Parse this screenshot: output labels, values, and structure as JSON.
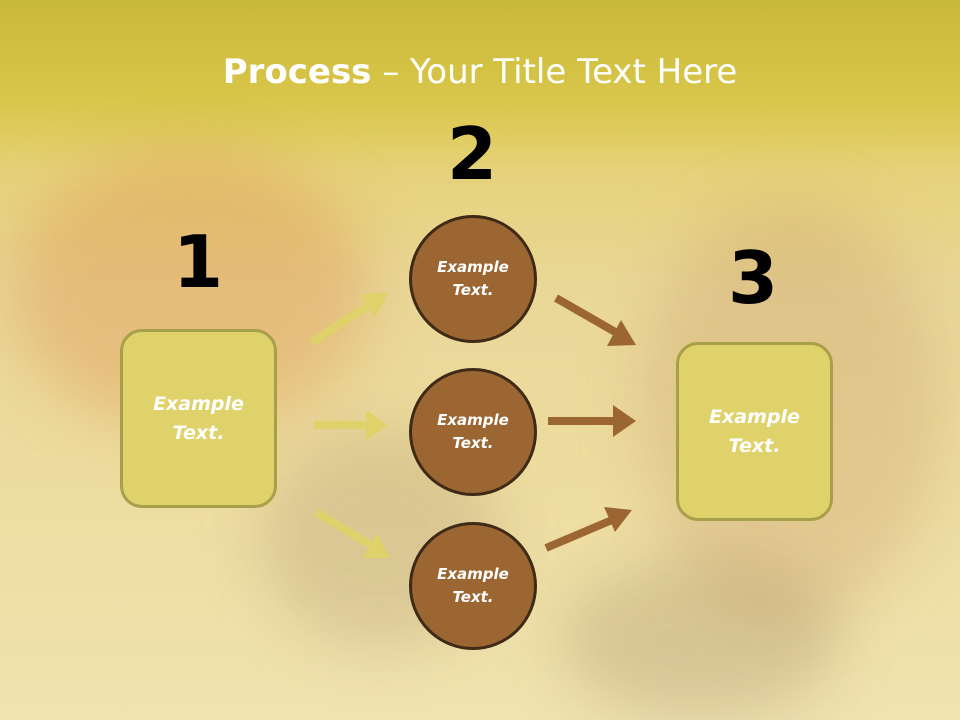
{
  "title": {
    "bold": "Process",
    "rest": " – Your Title Text Here"
  },
  "steps": [
    {
      "number": "1",
      "label": "Example\nText."
    },
    {
      "number": "2",
      "labels": [
        "Example\nText.",
        "Example\nText.",
        "Example\nText."
      ]
    },
    {
      "number": "3",
      "label": "Example\nText."
    }
  ],
  "colors": {
    "box_fill": "#e0d26a",
    "circle_fill": "#9c6632",
    "arrow_yellow": "#e0d26a",
    "arrow_brown": "#9c6632"
  }
}
